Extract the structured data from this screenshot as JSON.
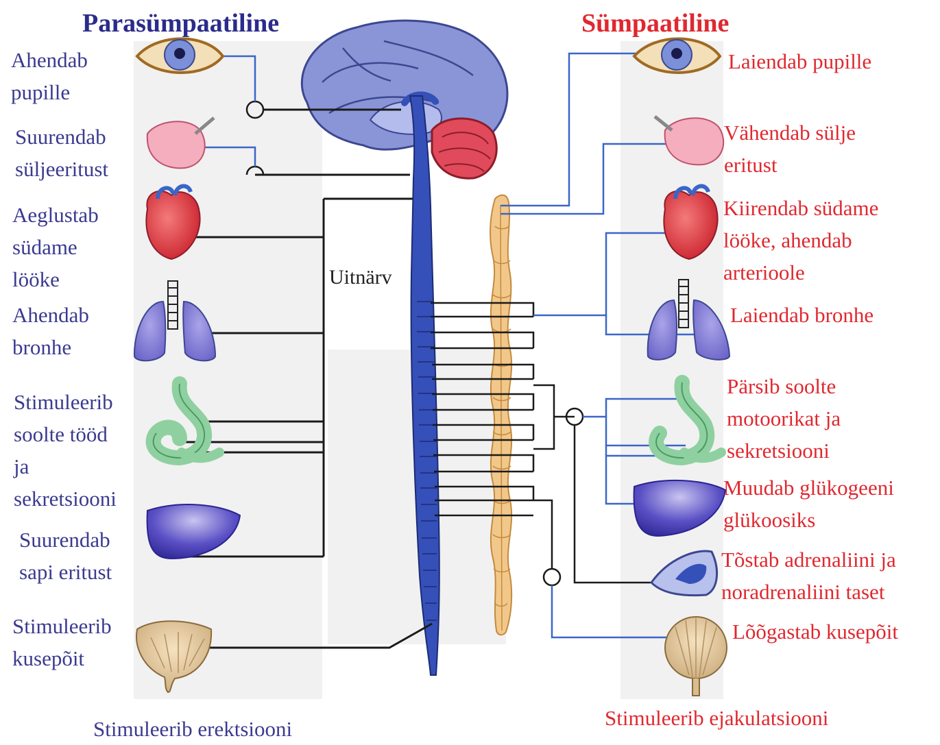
{
  "titles": {
    "parasympathetic": "Parasümpaatiline",
    "sympathetic": "Sümpaatiline"
  },
  "nerve_label": "Uitnärv",
  "parasympathetic_effects": [
    "Ahendab\npupille",
    "Suurendab\nsüljeeritust",
    "Aeglustab\nsüdame\nlööke",
    "Ahendab\nbronhe",
    "Stimuleerib\nsoolte tööd\nja\nsekretsiooni",
    "Suurendab\nsapi eritust",
    "Stimuleerib\nkusepõit",
    "Stimuleerib erektsiooni"
  ],
  "sympathetic_effects": [
    "Laiendab pupille",
    "Vähendab sülje\neritust",
    "Kiirendab südame\nlööke, ahendab\narterioole",
    "Laiendab bronhe",
    "Pärsib soolte\nmotoorikat ja\nsekretsiooni",
    "Muudab glükogeeni\nglükoosiks",
    "Tõstab adrenaliini ja\nnoradrenaliini taset",
    "Lõõgastab kusepõit",
    "Stimuleerib ejakulatsiooni"
  ],
  "colors": {
    "parasympathetic_text": "#3a3a90",
    "sympathetic_text": "#e0282f",
    "brain": "#8a95d8",
    "cerebellum": "#e04a5a",
    "spinal_cord": "#3550b8",
    "sympathetic_chain": "#f2c88a",
    "nerve_line_black": "#1a1a1a",
    "nerve_line_blue": "#3a66c8"
  }
}
